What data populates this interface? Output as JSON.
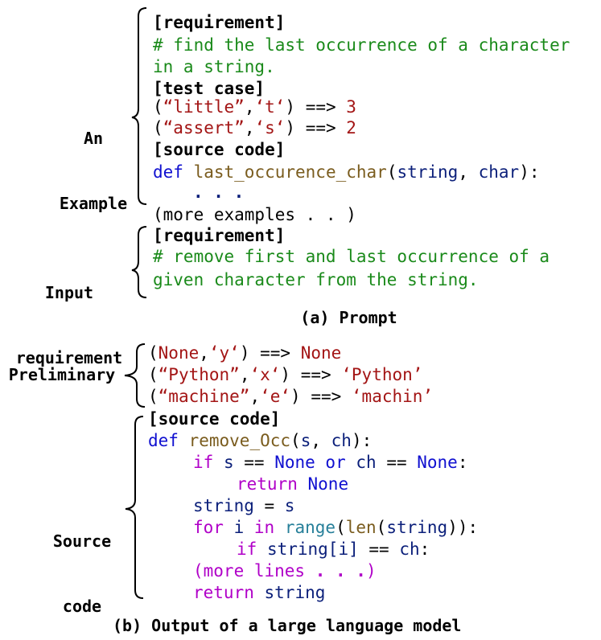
{
  "prompt": {
    "example_label": [
      "An",
      "Example"
    ],
    "lines": {
      "req_header": "[requirement]",
      "req_comment_1": "# find the last occurrence of a character",
      "req_comment_2": "in a string.",
      "test_header": "[test case]",
      "tc1": {
        "open": "(",
        "str": "“little”",
        "comma": ",",
        "ch": "‘t‘",
        "close": ") ==> ",
        "result": "3"
      },
      "tc2": {
        "open": "(",
        "str": "“assert”",
        "comma": ",",
        "ch": "‘s‘",
        "close": ") ==> ",
        "result": "2"
      },
      "src_header": "[source code]",
      "def_kw": "def",
      "def_name": "last_occurence_char",
      "def_open": "(",
      "def_p1": "string",
      "def_sep": ", ",
      "def_p2": "char",
      "def_close": "):",
      "ellipsis": ". . .",
      "more_examples": "(more examples . . )"
    },
    "input_label": [
      "Input",
      "requirement"
    ],
    "input": {
      "req_header": "[requirement]",
      "comment_1": "# remove first and last occurrence of a",
      "comment_2": "given character from the string."
    },
    "caption": "(a) Prompt"
  },
  "output": {
    "prelim_label": "Preliminary",
    "prelim": [
      {
        "open": "(",
        "a": "None",
        "comma": ",",
        "b": "‘y‘",
        "arrow": ") ==> ",
        "r": "None"
      },
      {
        "open": "(",
        "a": "“Python”",
        "comma": ",",
        "b": "‘x‘",
        "arrow": ") ==> ",
        "r": "‘Python’"
      },
      {
        "open": "(",
        "a": "“machine”",
        "comma": ",",
        "b": "‘e‘",
        "arrow": ") ==> ",
        "r": "‘machin’"
      }
    ],
    "source_label": [
      "Source",
      "code"
    ],
    "code": {
      "header": "[source code]",
      "l1": {
        "kw": "def",
        "name": "remove_Occ",
        "open": "(",
        "p1": "s",
        "sep": ", ",
        "p2": "ch",
        "close": "):"
      },
      "l2": {
        "if": "if",
        "s": "s",
        "eq": " == ",
        "none1": "None",
        "or": "or",
        "ch": "ch",
        "eq2": " == ",
        "none2": "None",
        "colon": ":"
      },
      "l3": {
        "ret": "return",
        "none": "None"
      },
      "l4": {
        "var": "string",
        "assign": " = ",
        "s": "s"
      },
      "l5": {
        "for": "for",
        "i": "i",
        "in": "in",
        "range": "range",
        "op1": "(",
        "len": "len",
        "op2": "(",
        "arg": "string",
        "close": ")):"
      },
      "l6": {
        "if": "if",
        "expr": "string[i]",
        "eq": " == ",
        "ch": "ch",
        "colon": ":"
      },
      "l7": {
        "more": "(more lines",
        "dots": " . . .",
        "close": ")"
      },
      "l8": {
        "ret": "return",
        "var": "string"
      }
    },
    "caption": "(b) Output of a large language model"
  }
}
